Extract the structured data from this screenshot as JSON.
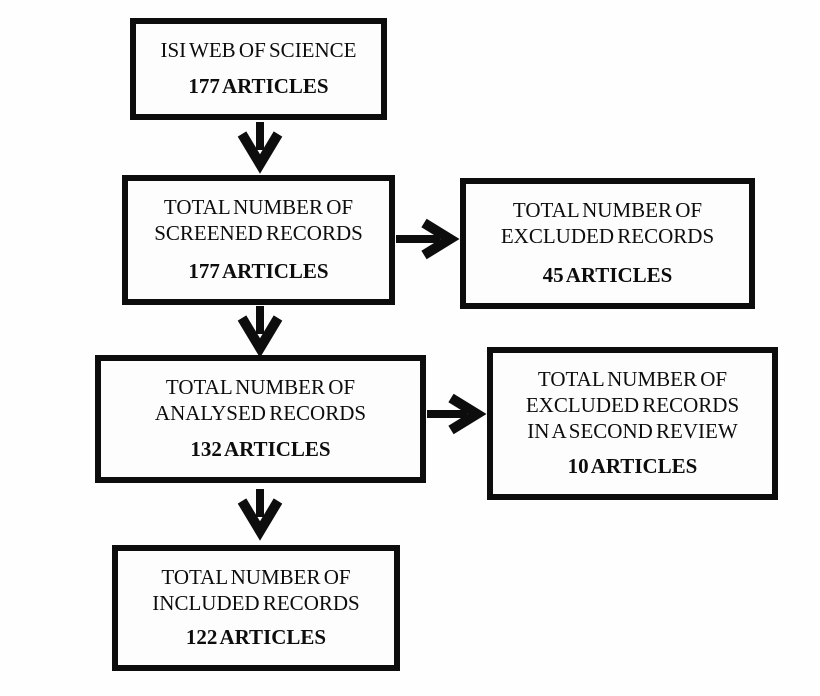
{
  "diagram": {
    "type": "flowchart",
    "background_color": "#fdfdfd",
    "ink_color": "#0d0d0d",
    "boxes": {
      "source": {
        "lines": [
          "ISI WEB OF SCIENCE"
        ],
        "count": "177 ARTICLES"
      },
      "screened": {
        "lines": [
          "TOTAL NUMBER OF",
          "SCREENED RECORDS"
        ],
        "count": "177 ARTICLES"
      },
      "excluded_first": {
        "lines": [
          "TOTAL NUMBER OF",
          "EXCLUDED RECORDS"
        ],
        "count": "45 ARTICLES"
      },
      "analysed": {
        "lines": [
          "TOTAL NUMBER OF",
          "ANALYSED RECORDS"
        ],
        "count": "132 ARTICLES"
      },
      "excluded_second": {
        "lines": [
          "TOTAL NUMBER OF",
          "EXCLUDED RECORDS",
          "IN A SECOND REVIEW"
        ],
        "count": "10 ARTICLES"
      },
      "included": {
        "lines": [
          "TOTAL NUMBER OF",
          "INCLUDED RECORDS"
        ],
        "count": "122 ARTICLES"
      }
    },
    "connectors": [
      {
        "icon": "down-arrow-icon",
        "from": "source",
        "to": "screened"
      },
      {
        "icon": "right-arrow-icon",
        "from": "screened",
        "to": "excluded_first"
      },
      {
        "icon": "down-arrow-icon",
        "from": "screened",
        "to": "analysed"
      },
      {
        "icon": "right-arrow-icon",
        "from": "analysed",
        "to": "excluded_second"
      },
      {
        "icon": "down-arrow-icon",
        "from": "analysed",
        "to": "included"
      }
    ]
  }
}
